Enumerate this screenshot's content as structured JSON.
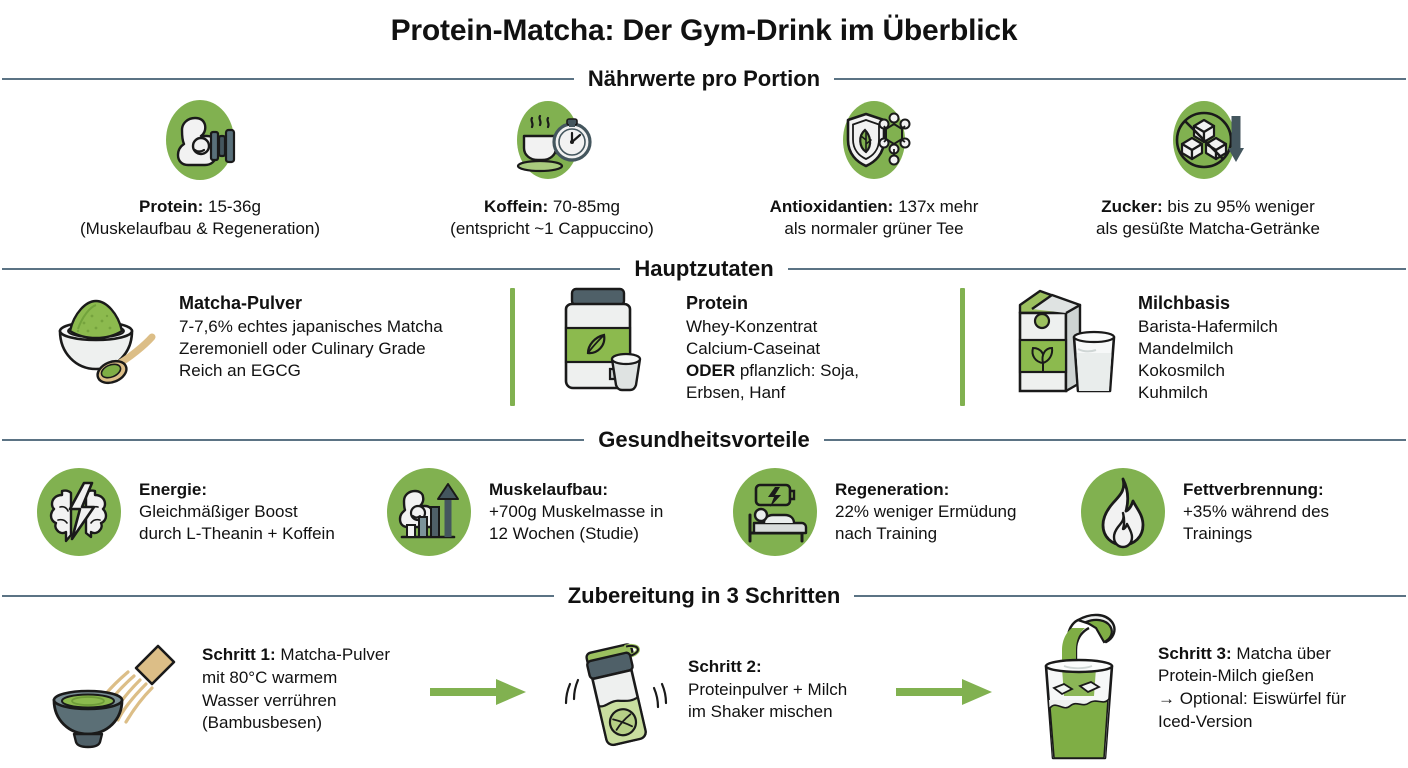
{
  "title": "Protein-Matcha: Der Gym-Drink im Überblick",
  "sections": {
    "nutrition_heading": "Nährwerte pro Portion",
    "ingredients_heading": "Hauptzutaten",
    "benefits_heading": "Gesundheitsvorteile",
    "steps_heading": "Zubereitung in 3 Schritten"
  },
  "colors": {
    "green": "#81b150",
    "green_dark": "#6b9b3c",
    "slate": "#5b7384",
    "icon_gray": "#4a5a61"
  },
  "nutrition": [
    {
      "icon": "flexed-biceps-dumbbell-icon",
      "label": "Protein:",
      "value": "15-36g",
      "sub": "(Muskelaufbau & Regeneration)"
    },
    {
      "icon": "coffee-cup-stopwatch-icon",
      "label": "Koffein:",
      "value": "70-85mg",
      "sub": "(entspricht ~1 Cappuccino)"
    },
    {
      "icon": "shield-leaf-molecule-icon",
      "label": "Antioxidantien:",
      "value": "137x mehr",
      "sub": "als normaler grüner Tee"
    },
    {
      "icon": "sugar-cubes-down-arrow-icon",
      "label": "Zucker:",
      "value": "bis zu 95% weniger",
      "sub": "als gesüßte Matcha-Getränke"
    }
  ],
  "ingredients": [
    {
      "icon": "matcha-bowl-spoon-icon",
      "title": "Matcha-Pulver",
      "lines": [
        "7-7,6% echtes japanisches Matcha",
        "Zeremoniell oder Culinary Grade",
        "Reich an EGCG"
      ]
    },
    {
      "icon": "protein-tub-scoop-icon",
      "title": "Protein",
      "lines": [
        "Whey-Konzentrat",
        "Calcium-Caseinat",
        "ODER pflanzlich: Soja,",
        "Erbsen, Hanf"
      ],
      "bold_prefix_line_index": 2,
      "bold_prefix": "ODER",
      "bold_prefix_rest": " pflanzlich: Soja,"
    },
    {
      "icon": "milk-carton-glass-icon",
      "title": "Milchbasis",
      "lines": [
        "Barista-Hafermilch",
        "Mandelmilch",
        "Kokosmilch",
        "Kuhmilch"
      ]
    }
  ],
  "benefits": [
    {
      "icon": "brain-lightning-icon",
      "title": "Energie:",
      "lines": [
        "Gleichmäßiger Boost",
        "durch L-Theanin + Koffein"
      ]
    },
    {
      "icon": "biceps-bar-chart-icon",
      "title": "Muskelaufbau:",
      "lines": [
        "+700g Muskelmasse in",
        "12 Wochen (Studie)"
      ]
    },
    {
      "icon": "bed-battery-charge-icon",
      "title": "Regeneration:",
      "lines": [
        "22% weniger Ermüdung",
        "nach Training"
      ]
    },
    {
      "icon": "flame-icon",
      "title": "Fettverbrennung:",
      "lines": [
        "+35% während des",
        "Trainings"
      ]
    }
  ],
  "steps": [
    {
      "icon": "matcha-bowl-whisk-icon",
      "title": "Schritt 1:",
      "lines": [
        "Matcha-Pulver",
        "mit 80°C warmem",
        "Wasser verrühren",
        "(Bambusbesen)"
      ],
      "first_line_inline": true
    },
    {
      "icon": "shaker-bottle-icon",
      "title": "Schritt 2:",
      "lines": [
        "Proteinpulver + Milch",
        "im Shaker mischen"
      ],
      "first_line_inline": false
    },
    {
      "icon": "iced-matcha-glass-icon",
      "title": "Schritt 3:",
      "lines": [
        "Matcha über",
        "Protein-Milch gießen",
        "→ Optional: Eiswürfel für",
        "Iced-Version"
      ],
      "first_line_inline": true
    }
  ],
  "arrows": [
    "step-arrow-1",
    "step-arrow-2"
  ]
}
